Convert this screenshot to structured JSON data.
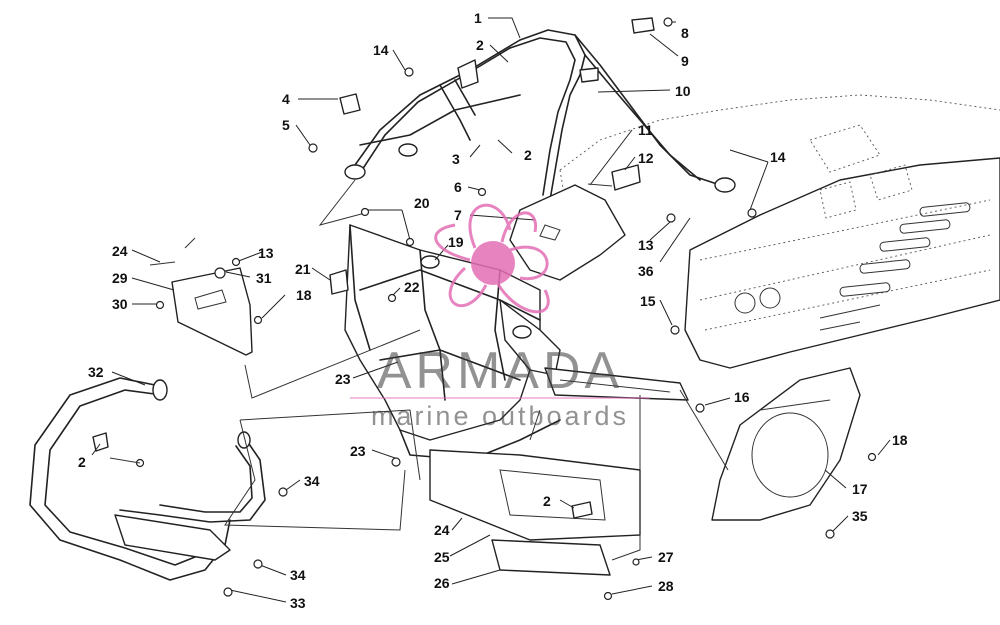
{
  "callouts": [
    {
      "n": "1"
    },
    {
      "n": "2"
    },
    {
      "n": "2"
    },
    {
      "n": "3"
    },
    {
      "n": "4"
    },
    {
      "n": "5"
    },
    {
      "n": "6"
    },
    {
      "n": "7"
    },
    {
      "n": "8"
    },
    {
      "n": "9"
    },
    {
      "n": "10"
    },
    {
      "n": "11"
    },
    {
      "n": "12"
    },
    {
      "n": "13"
    },
    {
      "n": "13"
    },
    {
      "n": "14"
    },
    {
      "n": "14"
    },
    {
      "n": "15"
    },
    {
      "n": "16"
    },
    {
      "n": "17"
    },
    {
      "n": "18"
    },
    {
      "n": "18"
    },
    {
      "n": "19"
    },
    {
      "n": "20"
    },
    {
      "n": "21"
    },
    {
      "n": "22"
    },
    {
      "n": "23"
    },
    {
      "n": "23"
    },
    {
      "n": "24"
    },
    {
      "n": "24"
    },
    {
      "n": "25"
    },
    {
      "n": "26"
    },
    {
      "n": "27"
    },
    {
      "n": "28"
    },
    {
      "n": "29"
    },
    {
      "n": "30"
    },
    {
      "n": "31"
    },
    {
      "n": "32"
    },
    {
      "n": "2"
    },
    {
      "n": "34"
    },
    {
      "n": "34"
    },
    {
      "n": "33"
    },
    {
      "n": "2"
    },
    {
      "n": "35"
    },
    {
      "n": "36"
    }
  ],
  "watermark": {
    "brand": "ARMADA",
    "tagline": "marine outboards",
    "logo_color": "#e36fb5"
  }
}
